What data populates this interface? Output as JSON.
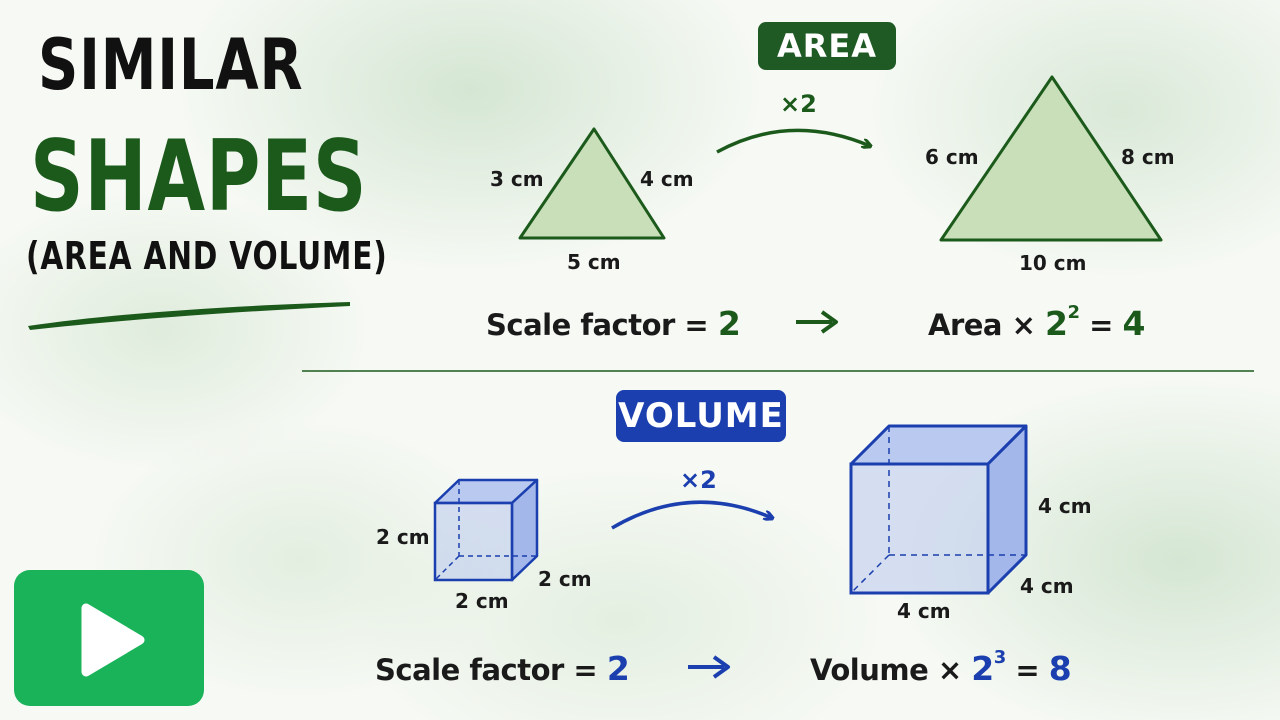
{
  "title": {
    "line1": "SIMILAR",
    "line2": "SHAPES",
    "line3": "(AREA AND VOLUME)"
  },
  "area": {
    "heading": "AREA",
    "multiplier": "×2",
    "small_triangle": {
      "left_side": "3 cm",
      "right_side": "4 cm",
      "base": "5 cm"
    },
    "large_triangle": {
      "left_side": "6 cm",
      "right_side": "8 cm",
      "base": "10 cm"
    },
    "scale_text": "Scale factor =",
    "scale_value": "2",
    "result_label": "Area ×",
    "base": "2",
    "exponent": "2",
    "equals": "=",
    "result_value": "4"
  },
  "volume": {
    "heading": "VOLUME",
    "multiplier": "×2",
    "small_cube": {
      "height": "2 cm",
      "width": "2 cm",
      "depth": "2 cm"
    },
    "large_cube": {
      "height": "4 cm",
      "depth": "4 cm",
      "width": "4 cm"
    },
    "scale_text": "Scale factor =",
    "scale_value": "2",
    "result_label": "Volume ×",
    "base": "2",
    "exponent": "3",
    "equals": "=",
    "result_value": "8"
  },
  "colors": {
    "area_accent": "#1c5a1c",
    "volume_accent": "#1b3fae",
    "play_button": "#1ab35a"
  },
  "icons": {
    "play": "play-icon",
    "arrow": "right-arrow-icon"
  }
}
